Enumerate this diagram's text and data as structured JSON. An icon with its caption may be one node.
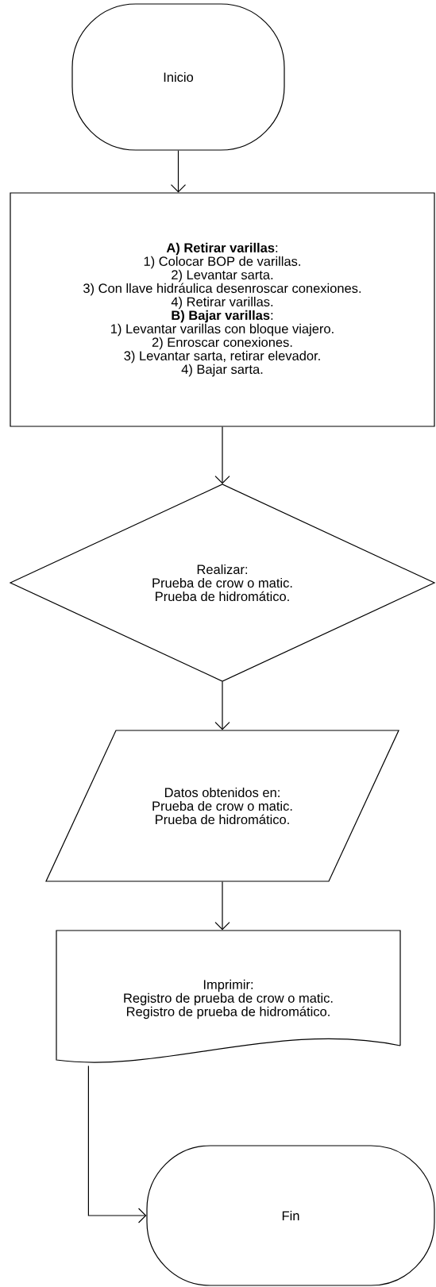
{
  "diagram": {
    "nodes": [
      {
        "text": [
          "Inicio"
        ]
      },
      {
        "text": [
          "**A) Retirar varillas**:",
          "1) Colocar BOP de varillas.",
          "2) Levantar sarta.",
          "3) Con llave hidráulica desenroscar conexiones.",
          "4) Retirar varillas.",
          "**B) Bajar varillas**:",
          "1) Levantar varillas con bloque viajero.",
          "2) Enroscar conexiones.",
          "3) Levantar sarta, retirar elevador.",
          "4) Bajar sarta."
        ]
      },
      {
        "text": [
          "Realizar:",
          "Prueba de crow o matic.",
          "Prueba de hidromático."
        ]
      },
      {
        "text": [
          "Datos obtenidos en:",
          "Prueba de crow o matic.",
          "Prueba de hidromático."
        ]
      },
      {
        "text": [
          "Imprimir:",
          "Registro de prueba de crow o matic.",
          "Registro de prueba de hidromático."
        ]
      },
      {
        "text": [
          "Fin"
        ]
      }
    ],
    "edges": [
      {
        "from": 0,
        "to": 1,
        "arrow": "to"
      },
      {
        "from": 1,
        "to": 2,
        "arrow": "to"
      },
      {
        "from": 2,
        "to": 3,
        "arrow": "to"
      },
      {
        "from": 3,
        "to": 4,
        "arrow": "to"
      },
      {
        "from": 4,
        "to": 5,
        "arrow": "to"
      }
    ]
  }
}
